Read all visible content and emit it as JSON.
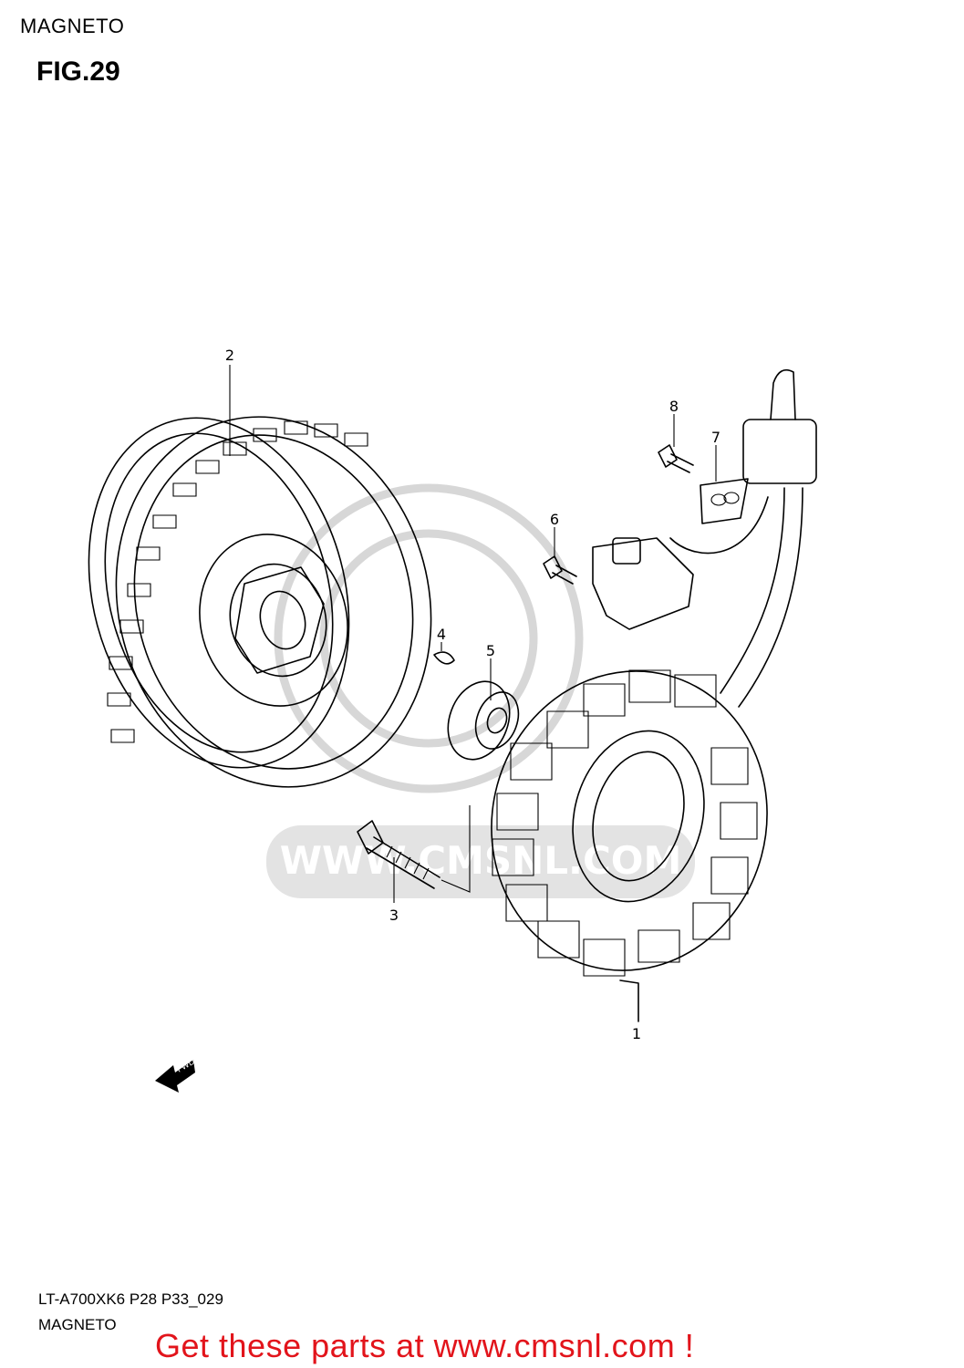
{
  "header": {
    "section_title": "MAGNETO",
    "figure_label": "FIG.29"
  },
  "callouts": [
    "1",
    "2",
    "3",
    "4",
    "5",
    "6",
    "7",
    "8"
  ],
  "direction_marker": {
    "label": "FWD"
  },
  "footer": {
    "code": "LT-A700XK6 P28 P33_029",
    "title": "MAGNETO",
    "promo": "Get these parts at www.cmsnl.com !",
    "promo_color": "#e2141b"
  },
  "watermark": {
    "text": "WWW.CMSNL.COM"
  }
}
